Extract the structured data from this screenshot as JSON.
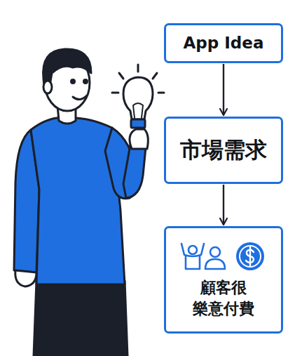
{
  "diagram": {
    "nodes": [
      {
        "text": [
          "App Idea"
        ]
      },
      {
        "text": [
          "市場需求"
        ]
      },
      {
        "text": [
          "顧客很 樂意付費"
        ]
      }
    ],
    "edges": [
      {
        "from": 0,
        "to": 1,
        "arrow": "to"
      },
      {
        "from": 1,
        "to": 2,
        "arrow": "to"
      }
    ]
  }
}
